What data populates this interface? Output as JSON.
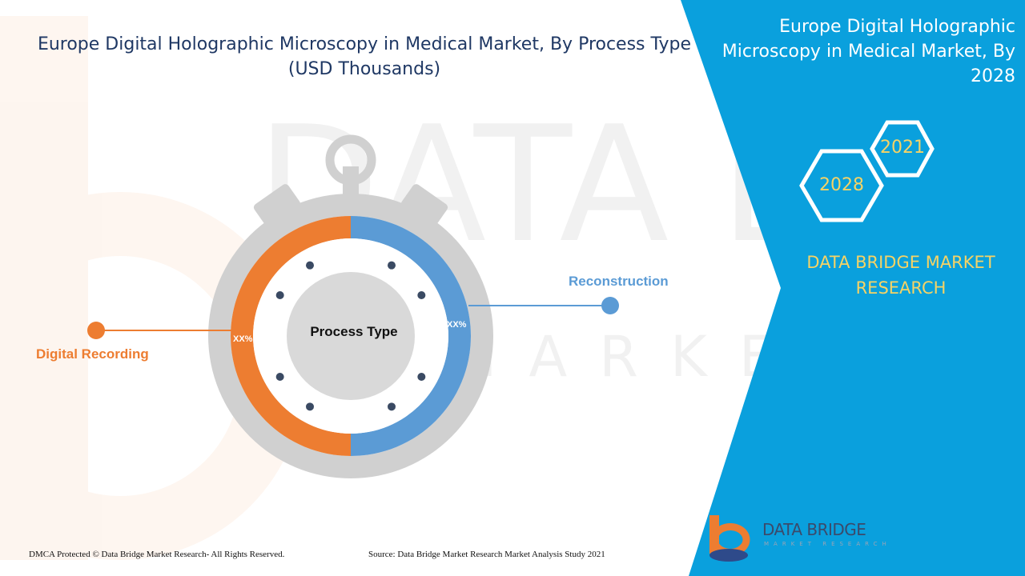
{
  "title": {
    "line1": "Europe Digital Holographic Microscopy in Medical Market, By Process Type",
    "line2": "(USD Thousands)"
  },
  "side_panel": {
    "title_line1": "Europe Digital Holographic",
    "title_line2": "Microscopy in Medical Market, By",
    "title_line3": "2028",
    "year_a": "2021",
    "year_b": "2028",
    "brand_line1": "DATA BRIDGE MARKET",
    "brand_line2": "RESEARCH",
    "panel_color": "#0aa0dd",
    "accent_color": "#f6d365"
  },
  "chart_data": {
    "type": "pie",
    "center_label": "Process Type",
    "categories": [
      "Reconstruction",
      "Digital Recording"
    ],
    "values": [
      50,
      50
    ],
    "data_labels": [
      "XX%",
      "XX%"
    ],
    "colors": [
      "#5b9bd5",
      "#ed7d31"
    ]
  },
  "footer": {
    "copyright": "DMCA Protected © Data Bridge Market Research- All Rights Reserved.",
    "source": "Source: Data Bridge Market Research Market Analysis Study 2021"
  },
  "logo": {
    "name": "DATA BRIDGE",
    "sub": "MARKET RESEARCH"
  },
  "watermark": {
    "line1": "DATA BRIDGE",
    "line2": "MARKET RESEARCH"
  }
}
